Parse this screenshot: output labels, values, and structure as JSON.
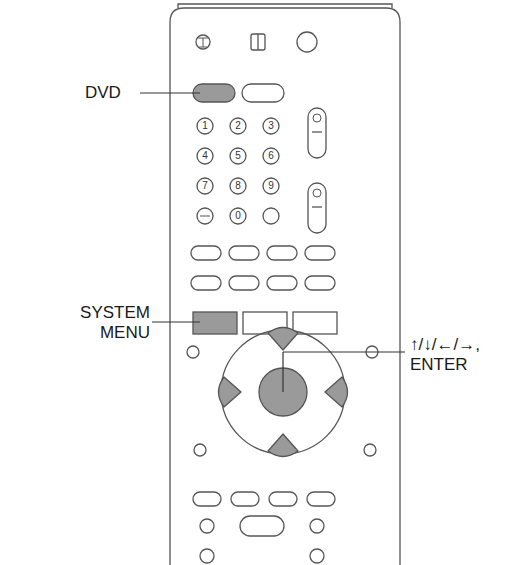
{
  "diagram": {
    "labels": [
      "DVD",
      "SYSTEM MENU",
      "↑/↓/←/→, ENTER",
      "1",
      "2",
      "3",
      "4",
      "5",
      "6",
      "7",
      "8",
      "9",
      "0"
    ]
  }
}
